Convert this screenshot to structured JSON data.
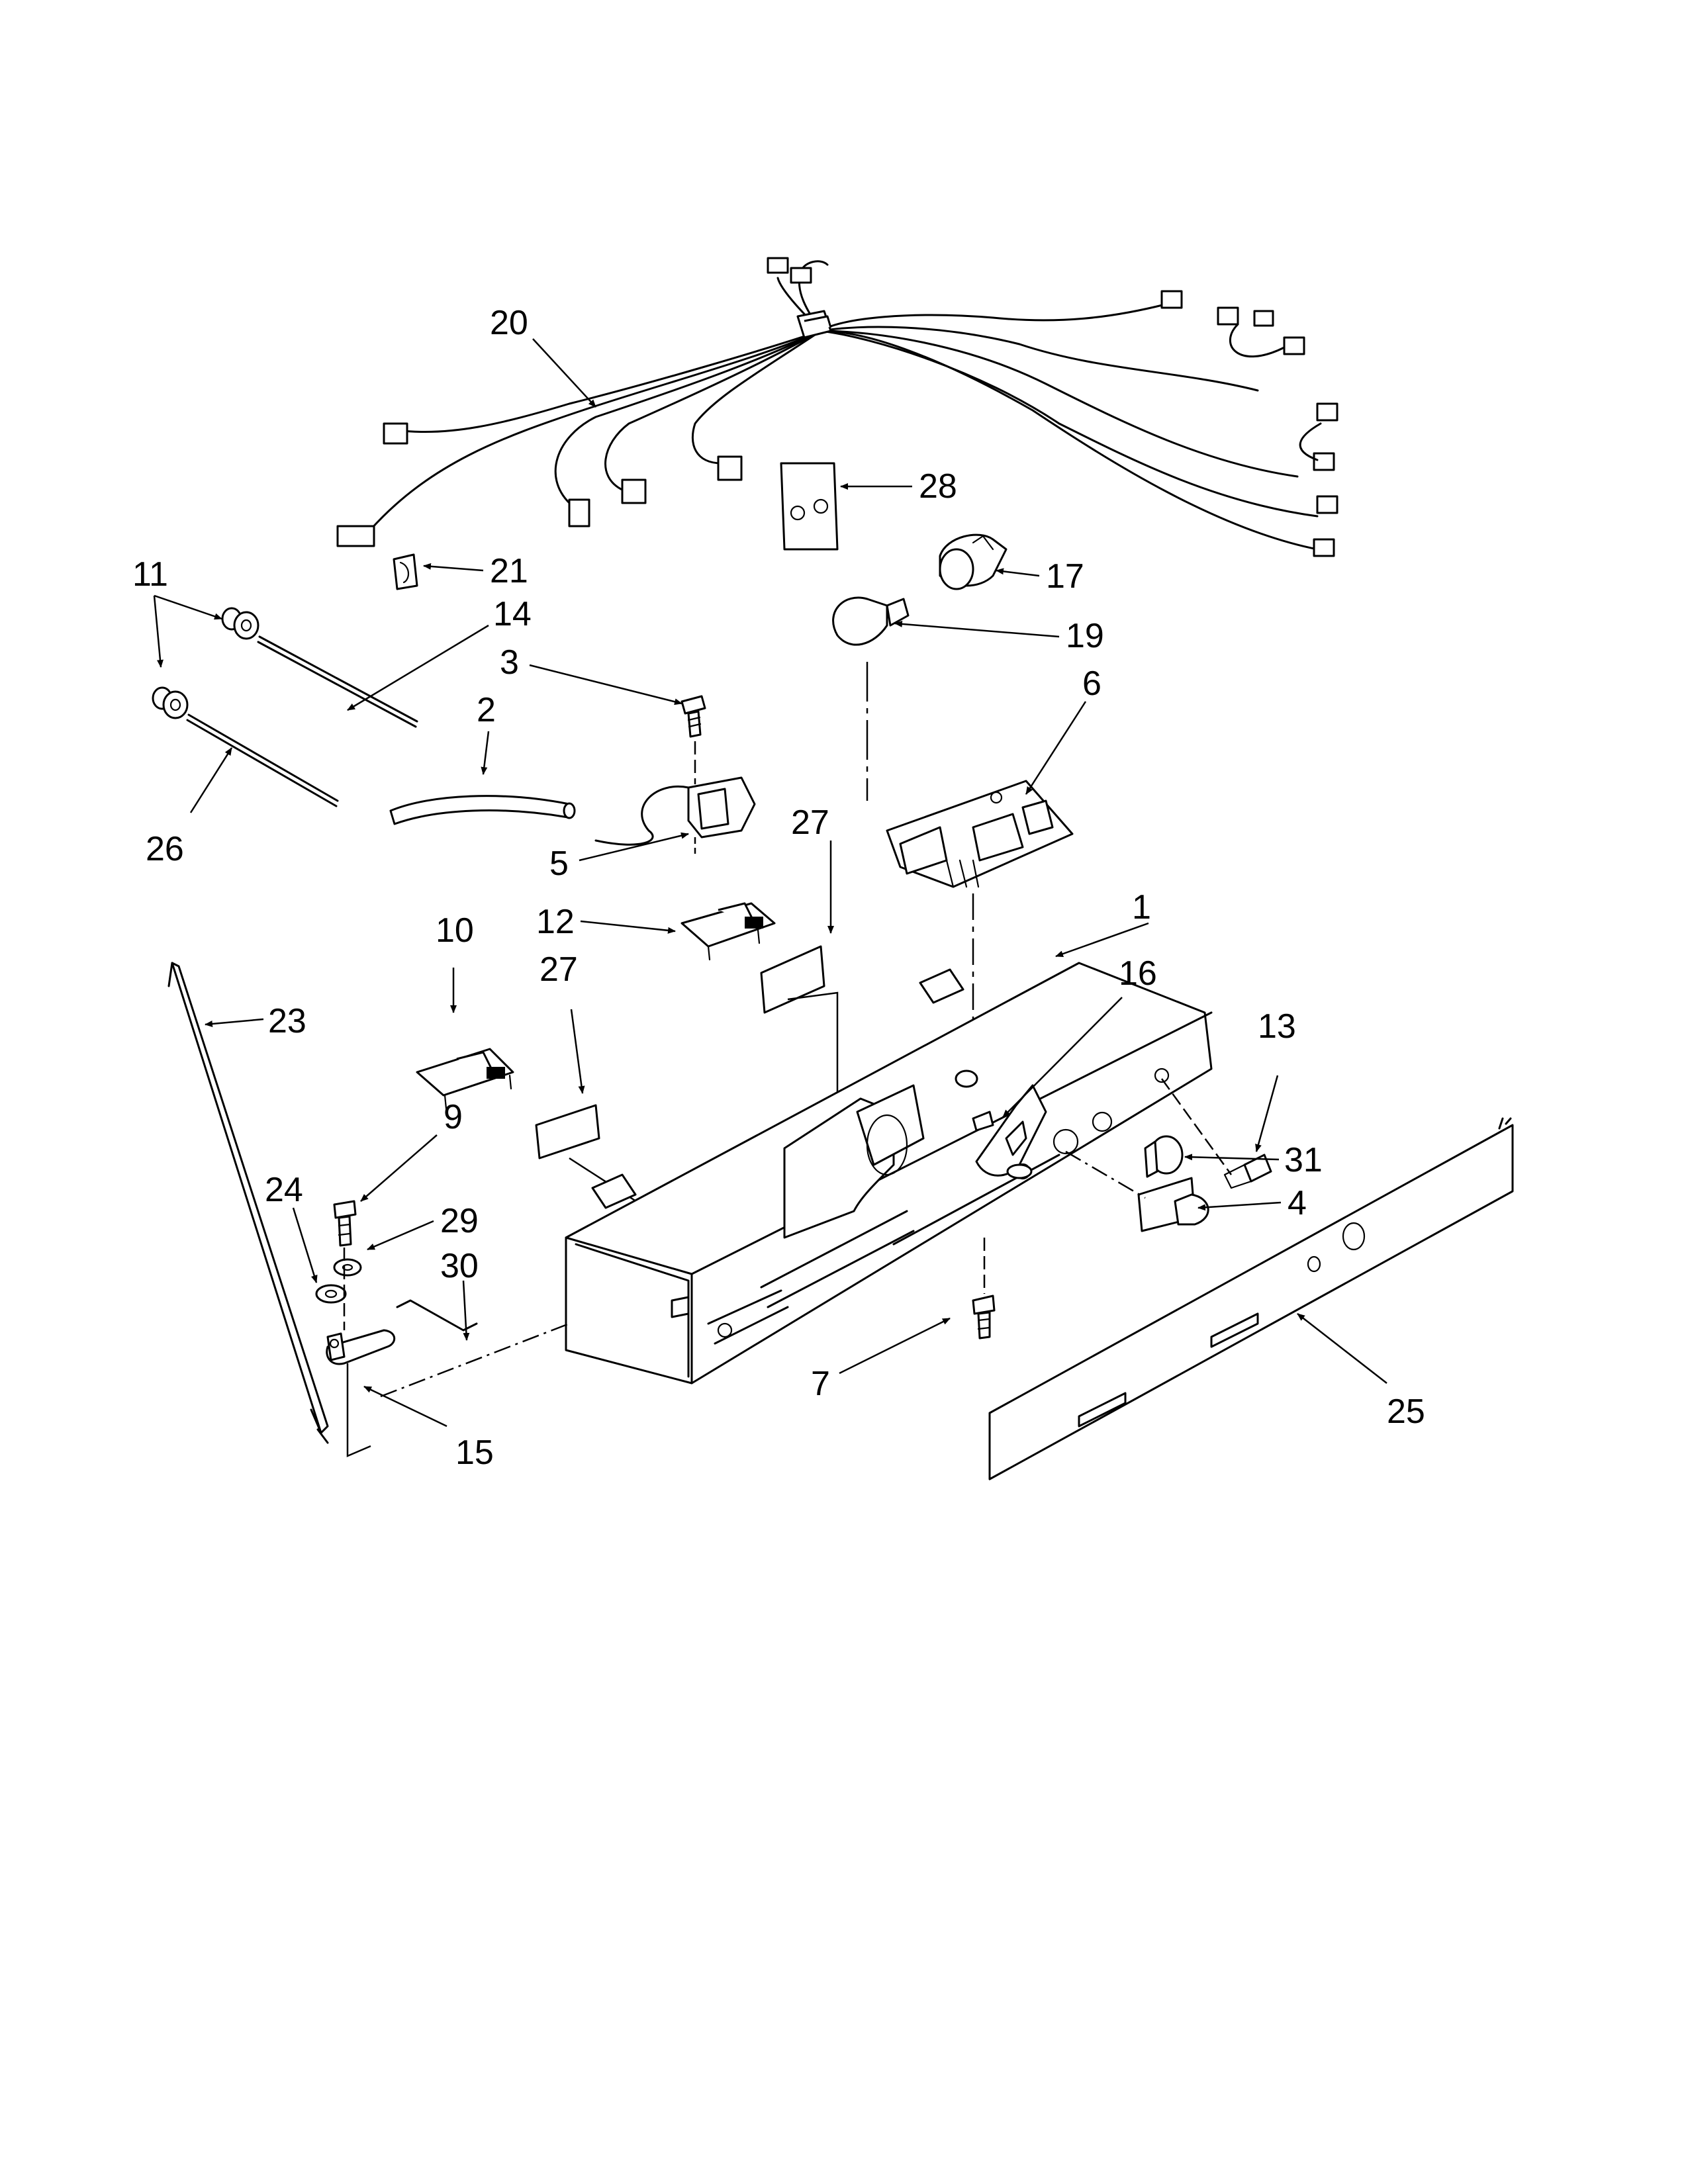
{
  "diagram": {
    "callouts": [
      {
        "label": "1"
      },
      {
        "label": "2"
      },
      {
        "label": "3"
      },
      {
        "label": "4"
      },
      {
        "label": "5"
      },
      {
        "label": "6"
      },
      {
        "label": "7"
      },
      {
        "label": "9"
      },
      {
        "label": "10"
      },
      {
        "label": "11"
      },
      {
        "label": "12"
      },
      {
        "label": "13"
      },
      {
        "label": "14"
      },
      {
        "label": "15"
      },
      {
        "label": "16"
      },
      {
        "label": "17"
      },
      {
        "label": "19"
      },
      {
        "label": "20"
      },
      {
        "label": "21"
      },
      {
        "label": "23"
      },
      {
        "label": "24"
      },
      {
        "label": "25"
      },
      {
        "label": "26"
      },
      {
        "label": "27"
      },
      {
        "label": "27"
      },
      {
        "label": "28"
      },
      {
        "label": "29"
      },
      {
        "label": "30"
      },
      {
        "label": "31"
      }
    ]
  }
}
